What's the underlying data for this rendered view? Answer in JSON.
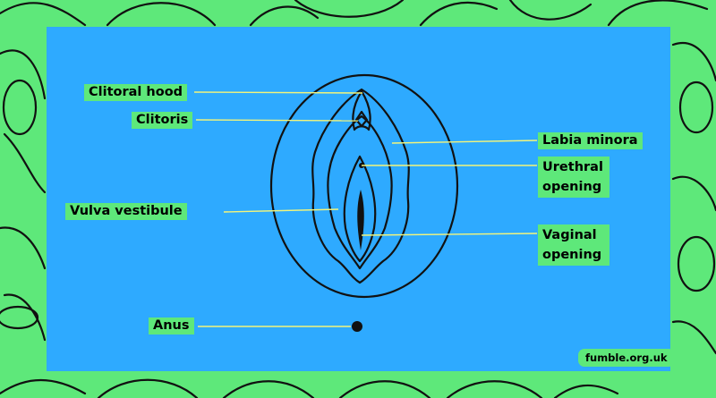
{
  "labels": {
    "clitoral_hood": "Clitoral hood",
    "clitoris": "Clitoris",
    "labia_minora": "Labia minora",
    "urethral_opening": "Urethral opening",
    "vulva_vestibule": "Vulva vestibule",
    "vaginal_opening": "Vaginal opening",
    "anus": "Anus"
  },
  "credit": "fumble.org.uk",
  "colors": {
    "background_green": "#5ee87a",
    "panel_blue": "#2eaaff",
    "leader_line_yellow": "#f4f57a",
    "outline_black": "#111111"
  }
}
